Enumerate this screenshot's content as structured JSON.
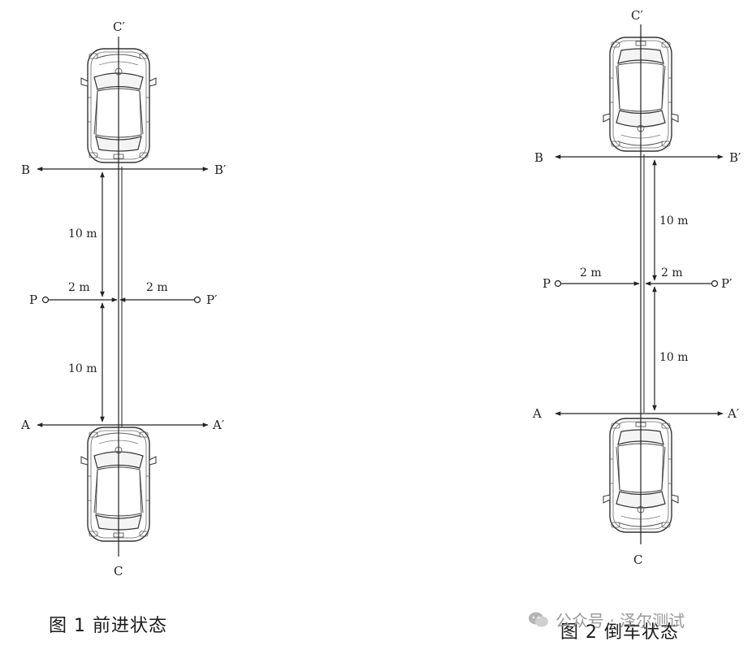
{
  "figure1": {
    "caption": "图 1   前进状态",
    "labels": {
      "c_top": "C′",
      "c_bottom": "C",
      "b_left": "B",
      "b_right": "B′",
      "p_left": "P",
      "p_right": "P′",
      "a_left": "A",
      "a_right": "A′"
    },
    "dims": {
      "upper_long": "10 m",
      "lower_long": "10 m",
      "p_left": "2 m",
      "p_right": "2 m"
    }
  },
  "figure2": {
    "caption": "图 2   倒车状态",
    "labels": {
      "c_top": "C′",
      "c_bottom": "C",
      "b_left": "B",
      "b_right": "B′",
      "p_left": "P",
      "p_right": "P′",
      "a_left": "A",
      "a_right": "A′"
    },
    "dims": {
      "upper_long": "10 m",
      "lower_long": "10 m",
      "p_left": "2 m",
      "p_right": "2 m"
    }
  },
  "watermark": {
    "text": "公众号 · 泽尔测试",
    "icon": "wechat-logo-icon"
  }
}
